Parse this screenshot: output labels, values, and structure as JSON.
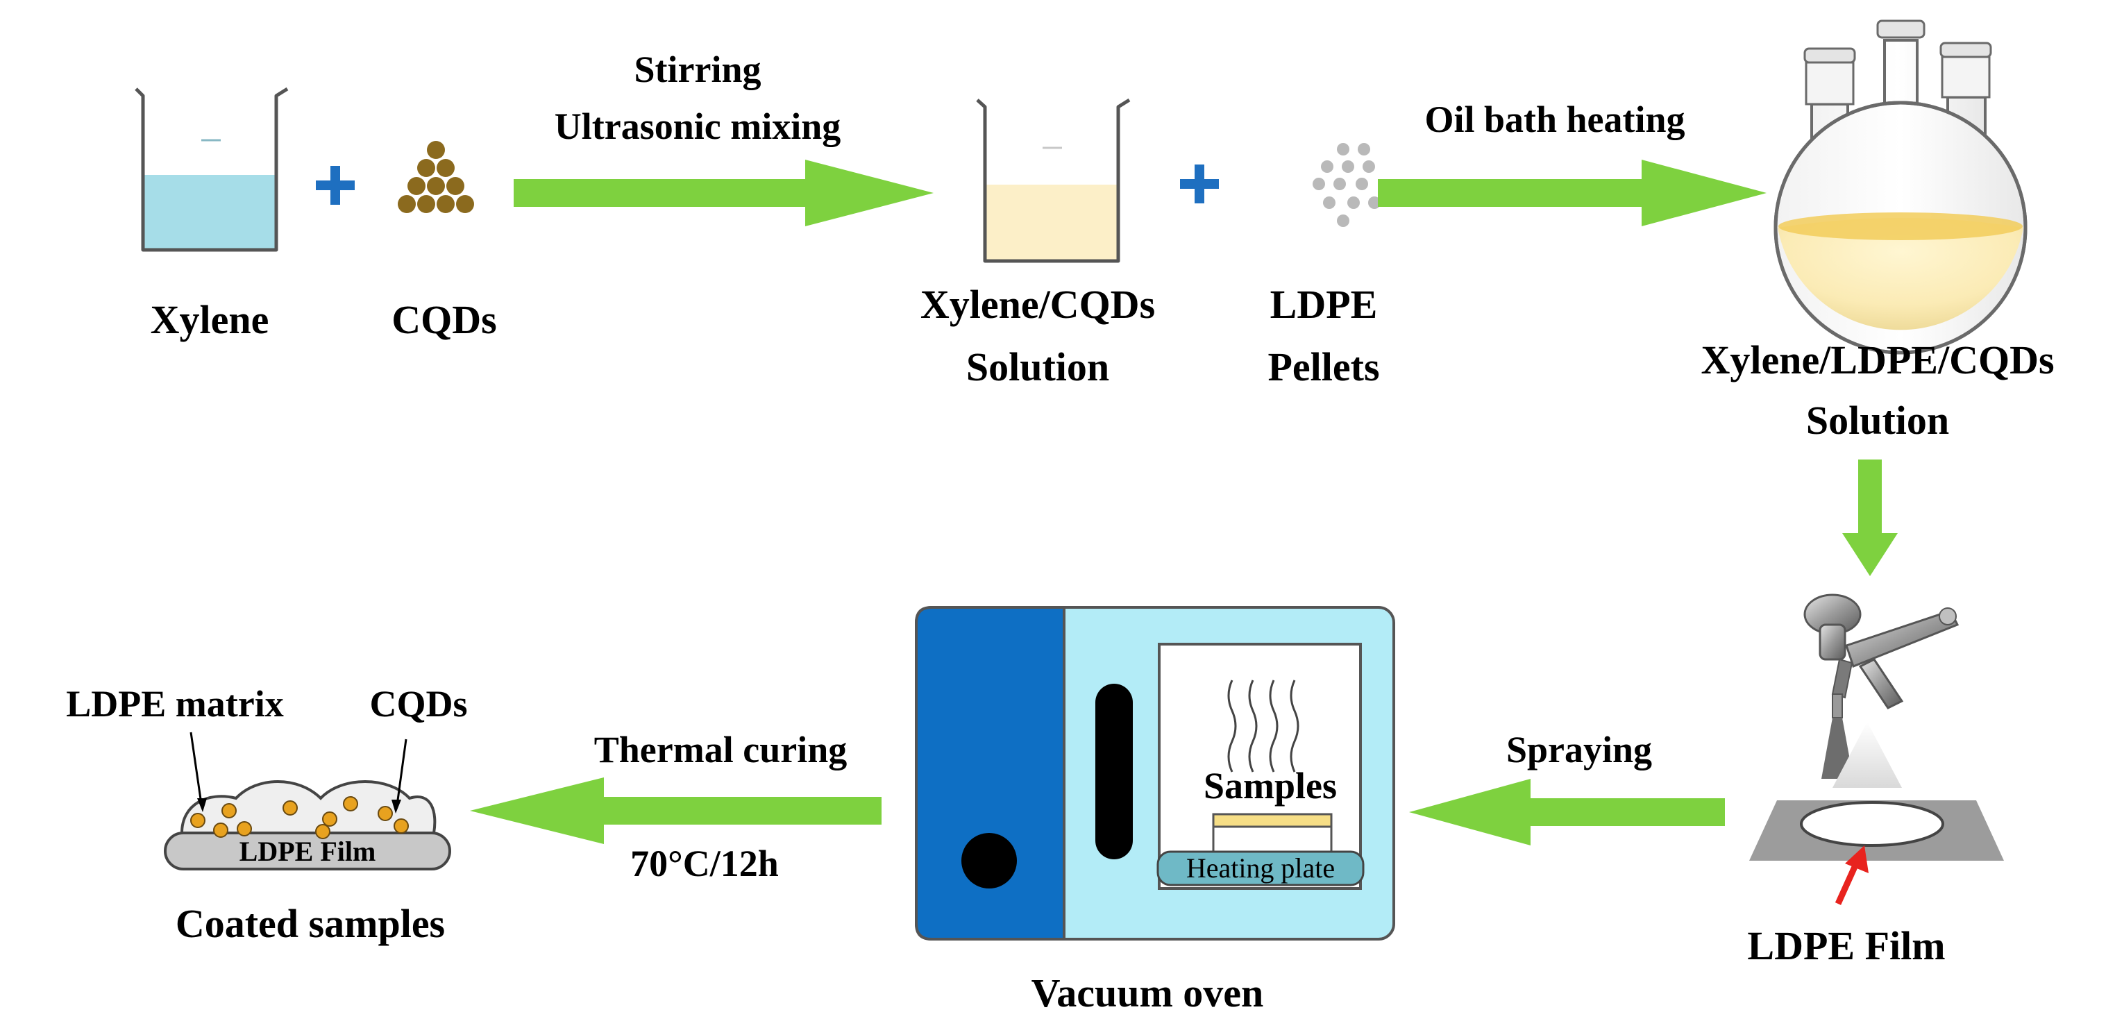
{
  "labels": {
    "xylene": "Xylene",
    "cqds": "CQDs",
    "stirring": "Stirring",
    "ultrasonic": "Ultrasonic mixing",
    "xylene_cqds_1": "Xylene/CQDs",
    "xylene_cqds_2": "Solution",
    "ldpe_1": "LDPE",
    "ldpe_2": "Pellets",
    "oil_bath": "Oil bath heating",
    "final_sol_1": "Xylene/LDPE/CQDs",
    "final_sol_2": "Solution",
    "spraying": "Spraying",
    "ldpe_film": "LDPE Film",
    "samples": "Samples",
    "heating_plate": "Heating plate",
    "vacuum_oven": "Vacuum oven",
    "thermal_curing": "Thermal curing",
    "temp_time": "70°C/12h",
    "ldpe_matrix": "LDPE matrix",
    "cqds_2": "CQDs",
    "ldpe_film_inner": "LDPE Film",
    "coated_samples": "Coated samples"
  },
  "colors": {
    "arrow_green": "#7ED13F",
    "plus_blue": "#1E6FC0",
    "xylene_blue": "#A6DDE8",
    "solution_yellow": "#FCEFC8",
    "flask_yellow": "#F6DE86",
    "cqd_brown": "#8B6A1E",
    "ldpe_grey": "#B9B9B9",
    "oven_blue": "#0E6FC4",
    "oven_light": "#B3ECF7",
    "red_arrow": "#E8231E"
  }
}
